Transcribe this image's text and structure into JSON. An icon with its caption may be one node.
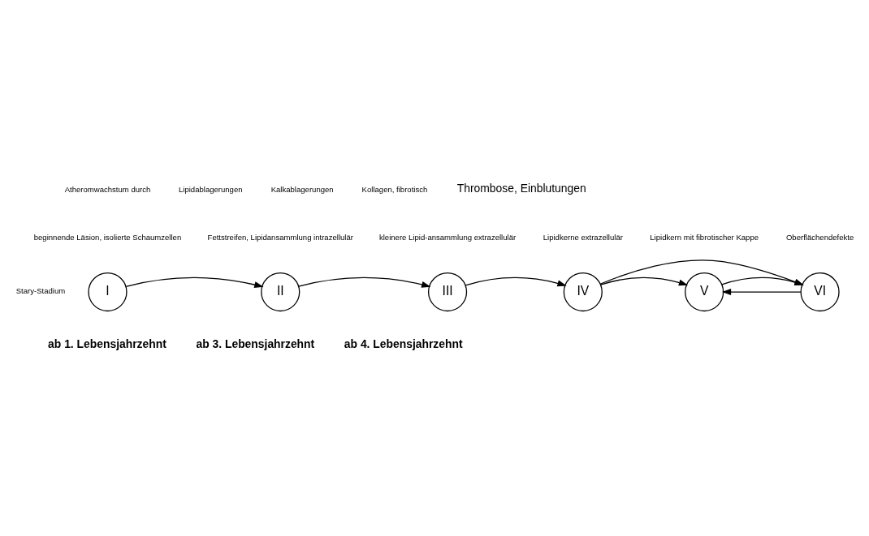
{
  "diagram": {
    "nodes": [
      {
        "text": [
          "I"
        ]
      },
      {
        "text": [
          "II"
        ]
      },
      {
        "text": [
          "III"
        ]
      },
      {
        "text": [
          "IV"
        ]
      },
      {
        "text": [
          "V"
        ]
      },
      {
        "text": [
          "VI"
        ]
      }
    ],
    "edges": [
      {
        "from": 0,
        "to": 1,
        "arrow": "to"
      },
      {
        "from": 1,
        "to": 2,
        "arrow": "to"
      },
      {
        "from": 2,
        "to": 3,
        "arrow": "to"
      },
      {
        "from": 3,
        "to": 4,
        "arrow": "to"
      },
      {
        "from": 5,
        "to": 4,
        "arrow": "to"
      },
      {
        "from": 4,
        "to": 5,
        "arrow": "to"
      },
      {
        "from": 3,
        "to": 5,
        "arrow": "to"
      }
    ],
    "labels": [
      "Atheromwachstum durch",
      "Lipidablagerungen",
      "Kalkablagerungen",
      "Kollagen, fibrotisch",
      "Thrombose, Einblutungen",
      "beginnende Läsion, isolierte Schaumzellen",
      "Fettstreifen, Lipidansammlung intrazellulär",
      "kleinere Lipid-ansammlung extrazellulär",
      "Lipidkerne extrazellulär",
      "Lipidkern mit fibrotischer Kappe",
      "Oberflächendefekte",
      "Stary-Stadium",
      "ab 1. Lebensjahrzehnt",
      "ab 3. Lebensjahrzehnt",
      "ab 4. Lebensjahrzehnt"
    ]
  }
}
